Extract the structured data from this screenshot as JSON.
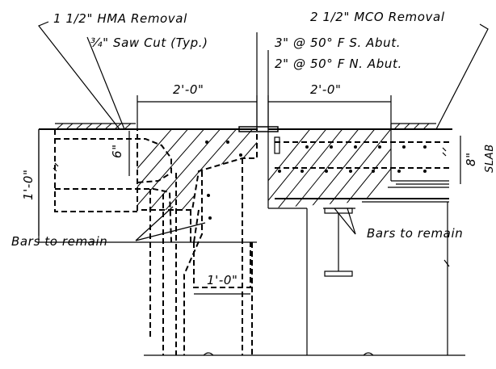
{
  "labels": {
    "hma_removal": "1 1/2\" HMA Removal",
    "mco_removal": "2 1/2\" MCO Removal",
    "saw_cut": "¾\" Saw Cut (Typ.)",
    "south_abut": "3\" @ 50° F S. Abut.",
    "north_abut": "2\" @ 50° F N. Abut.",
    "dim_left_width": "2'-0\"",
    "dim_right_width": "2'-0\"",
    "dim_6in": "6\"",
    "dim_1ft_left": "1'-0\"",
    "dim_1ft_bottom": "1'-0\"",
    "dim_8in": "8\"",
    "slab_label": "SLAB",
    "bars_left": "Bars to remain",
    "bars_right": "Bars to remain"
  }
}
